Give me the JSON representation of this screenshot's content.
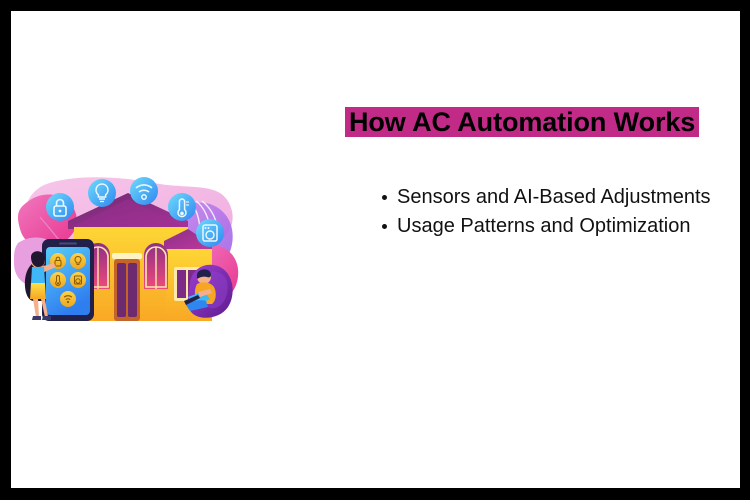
{
  "slide": {
    "border_color": "#000000",
    "background_color": "#ffffff",
    "highlight_color": "#c22a87",
    "text_color": "#111111"
  },
  "heading": {
    "text": "How AC Automation Works",
    "highlight_color": "#c22a87"
  },
  "bullets": [
    {
      "text": "Sensors and AI-Based Adjustments"
    },
    {
      "text": "Usage Patterns and Optimization"
    }
  ],
  "illustration": {
    "name": "smart-home-automation-illustration",
    "palette": {
      "blob_pink": "#f0a6dc",
      "blob_magenta": "#e8348c",
      "blob_violet": "#b07ce8",
      "bubble_blue_light": "#63d6f7",
      "bubble_blue_dark": "#2f7ef0",
      "house_wall": "#fbc02d",
      "house_roof": "#8e2f7a",
      "tablet_screen": "#3fb8f5",
      "icon_gold": "#f2c230",
      "person_shirt": "#f5a623",
      "beanbag": "#7b2bb5"
    },
    "bubble_icons": [
      {
        "name": "lock-icon"
      },
      {
        "name": "lightbulb-icon"
      },
      {
        "name": "wifi-icon"
      },
      {
        "name": "thermometer-icon"
      },
      {
        "name": "washing-machine-icon"
      }
    ],
    "tablet_icons": [
      {
        "name": "lock-icon"
      },
      {
        "name": "lightbulb-icon"
      },
      {
        "name": "thermometer-icon"
      },
      {
        "name": "washing-machine-icon"
      },
      {
        "name": "wifi-icon"
      }
    ],
    "figures": [
      {
        "name": "woman-using-tablet"
      },
      {
        "name": "man-with-laptop-in-beanbag"
      }
    ]
  }
}
